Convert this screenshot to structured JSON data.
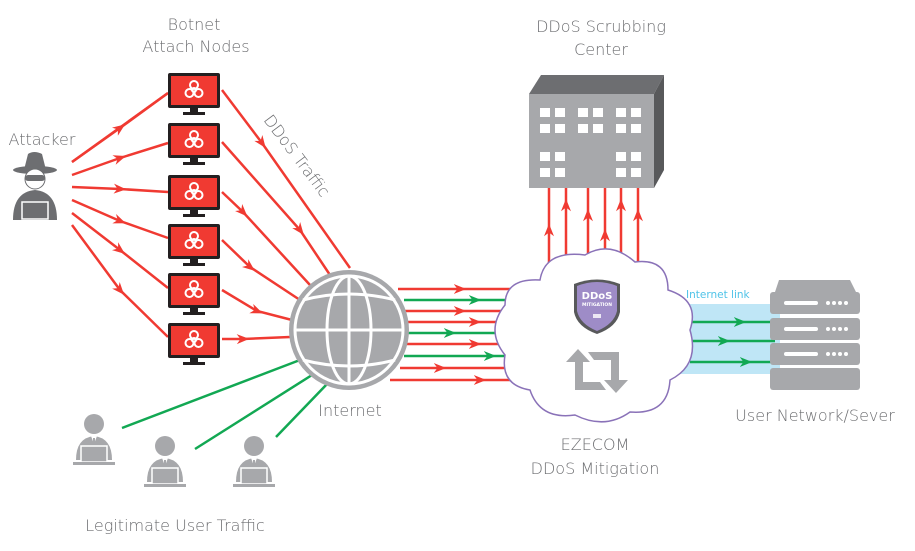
{
  "labels": {
    "botnet_line1": "Botnet",
    "botnet_line2": "Attach Nodes",
    "attacker": "Attacker",
    "ddos_traffic": "DDoS Traffic",
    "scrubbing_line1": "DDoS Scrubbing",
    "scrubbing_line2": "Center",
    "internet": "Internet",
    "internet_link": "Internet link",
    "user_network": "User Network/Sever",
    "mitigation_line1": "EZECOM",
    "mitigation_line2": "DDoS Mitigation",
    "legit_traffic": "Legitimate User Traffic",
    "badge_line1": "DDoS",
    "badge_line2": "MITIGATION"
  },
  "nodes": {
    "botnet_count": 6,
    "legit_user_count": 3,
    "server_units": 4
  },
  "icons": {
    "attacker": "hacker-icon",
    "botnet": "infected-monitor-icon",
    "internet": "globe-icon",
    "mitigation": "cloud-icon",
    "badge": "shield-icon",
    "refresh": "refresh-arrows-icon",
    "scrubbing": "building-icon",
    "server": "server-rack-icon",
    "user": "user-laptop-icon"
  },
  "colors": {
    "attack": "#f03a32",
    "legit": "#12a853",
    "gray": "#a7a8ab",
    "dark_gray": "#6d6e71",
    "cloud_outline": "#8a72b8",
    "badge": "#9e8cc7",
    "link_band": "#bfe6f6",
    "monitor_screen": "#f03a32"
  }
}
